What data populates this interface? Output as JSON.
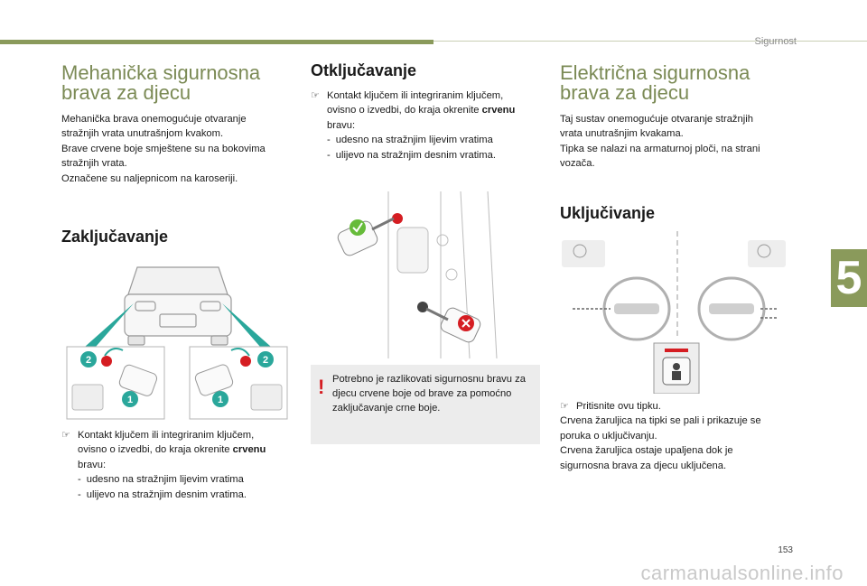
{
  "header": {
    "section": "Sigurnost",
    "chapter": "5"
  },
  "footer": {
    "page_number": "153",
    "watermark": "carmanualsonline.info"
  },
  "left": {
    "title_line1": "Mehanička sigurnosna",
    "title_line2": "brava za djecu",
    "intro": [
      "Mehanička brava onemogućuje otvaranje",
      "stražnjih vrata unutrašnjom kvakom.",
      "Brave crvene boje smještene su na bokovima",
      "stražnjih vrata.",
      "Označene su naljepnicom na karoseriji."
    ],
    "locking_heading": "Zaključavanje",
    "diagram_callouts": [
      "2",
      "1",
      "1",
      "2"
    ],
    "bullet_line1": "Kontakt ključem ili integriranim ključem,",
    "bullet_line2_pre": "ovisno o izvedbi, do kraja okrenite ",
    "bullet_line2_bold": "crvenu",
    "bullet_line3": "bravu:",
    "dash1": "udesno na stražnjim lijevim vratima",
    "dash2": "ulijevo na stražnjim desnim vratima."
  },
  "middle": {
    "heading": "Otključavanje",
    "bullet_line1": "Kontakt ključem ili integriranim ključem,",
    "bullet_line2_pre": "ovisno o izvedbi, do kraja okrenite ",
    "bullet_line2_bold": "crvenu",
    "bullet_line3": "bravu:",
    "dash1": "udesno na stražnjim lijevim vratima",
    "dash2": "ulijevo na stražnjim desnim vratima.",
    "note": "Potrebno je razlikovati sigurnosnu bravu za djecu crvene boje od brave za pomoćno zaključavanje crne boje."
  },
  "right": {
    "title_line1": "Električna sigurnosna",
    "title_line2": "brava za djecu",
    "intro": [
      "Taj sustav onemogućuje otvaranje stražnjih",
      "vrata unutrašnjim kvakama.",
      "Tipka se nalazi na armaturnoj ploči, na strani",
      "vozača."
    ],
    "activation_heading": "Uključivanje",
    "bullet": "Pritisnite ovu tipku.",
    "lines": [
      "Crvena žaruljica na tipki se pali i prikazuje se",
      "poruka o uključivanju.",
      "Crvena žaruljica ostaje upaljena dok je",
      "sigurnosna brava za djecu uključena."
    ]
  },
  "colors": {
    "accent": "#8a9a5b",
    "title": "#7b8a55",
    "arrow": "#2aa79b",
    "red": "#d51d22",
    "green": "#66bb3a"
  },
  "icons": {
    "bullet": "pointing-finger-icon",
    "note": "exclamation-icon"
  }
}
